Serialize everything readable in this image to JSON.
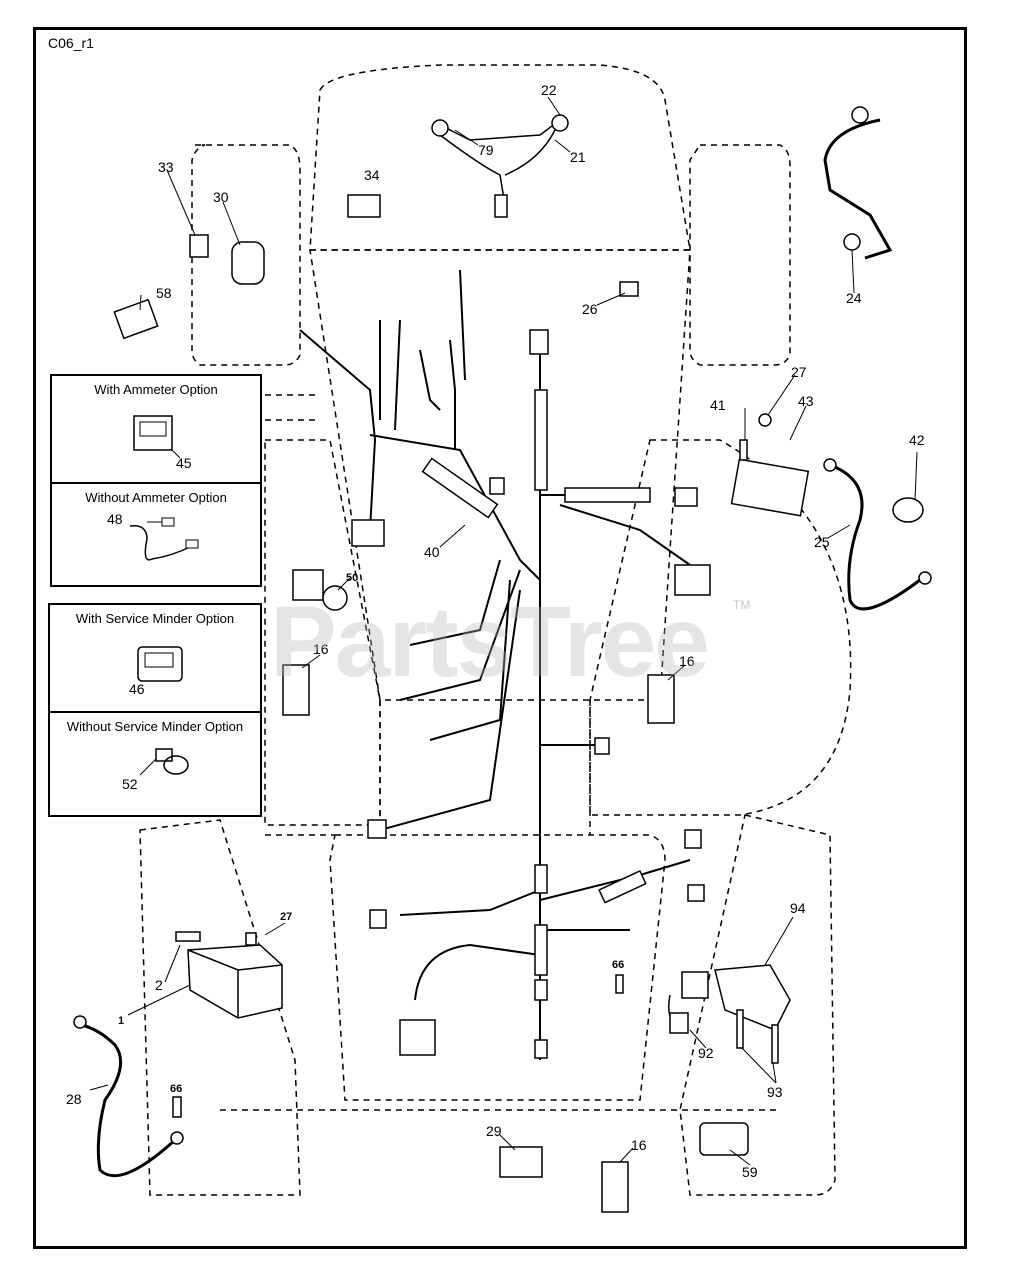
{
  "drawing_id": "C06_r1",
  "watermark": "PartsTree",
  "watermark_tm": "TM",
  "options": {
    "ammeter": {
      "with": "With Ammeter Option",
      "without": "Without Ammeter Option",
      "with_part": "45",
      "without_part": "48"
    },
    "service_minder": {
      "with": "With Service Minder Option",
      "without": "Without Service Minder Option",
      "with_part": "46",
      "without_part": "52"
    }
  },
  "callouts": {
    "p22": "22",
    "p79": "79",
    "p21": "21",
    "p34": "34",
    "p33": "33",
    "p30": "30",
    "p58": "58",
    "p26": "26",
    "p24": "24",
    "p27a": "27",
    "p41": "41",
    "p43": "43",
    "p42": "42",
    "p25": "25",
    "p40": "40",
    "p50": "50",
    "p16a": "16",
    "p16b": "16",
    "p94": "94",
    "p27b": "27",
    "p2": "2",
    "p1": "1",
    "p66a": "66",
    "p66b": "66",
    "p92": "92",
    "p93": "93",
    "p28": "28",
    "p29": "29",
    "p16c": "16",
    "p59": "59"
  }
}
